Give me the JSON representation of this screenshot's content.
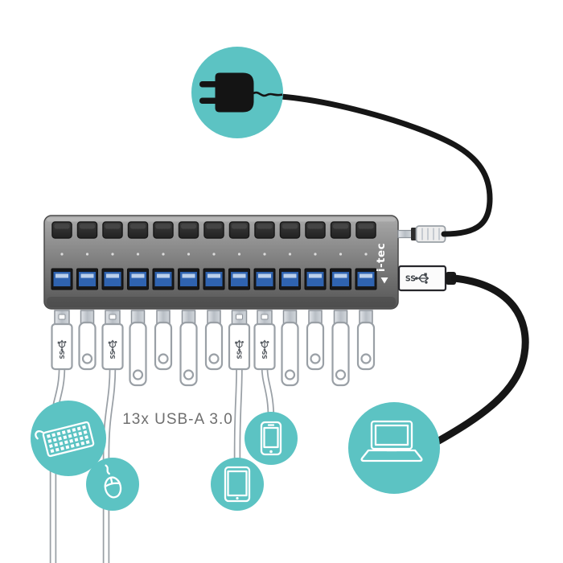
{
  "illustration": {
    "caption": "13x USB-A 3.0",
    "brand": "i-tec",
    "usb3_logo_text": "SS",
    "hub": {
      "port_count": 13,
      "button_count": 13,
      "led_count": 13
    },
    "plugged_ports_with_cables": [
      1,
      3,
      8,
      9
    ],
    "connected_devices": [
      "power-plug",
      "keyboard",
      "mouse",
      "tablet",
      "smartphone",
      "laptop"
    ],
    "colors": {
      "teal": "#5cc3c3",
      "hub_light": "#a6a6a6",
      "hub_dark": "#565656",
      "button_dark": "#2f2f2f",
      "port_blue": "#2f63b0",
      "port_tongue": "#bcd0ea",
      "cable_black": "#161616",
      "outline": "#9aa0a6",
      "caption_gray": "#6f6f6f",
      "white": "#ffffff"
    }
  }
}
